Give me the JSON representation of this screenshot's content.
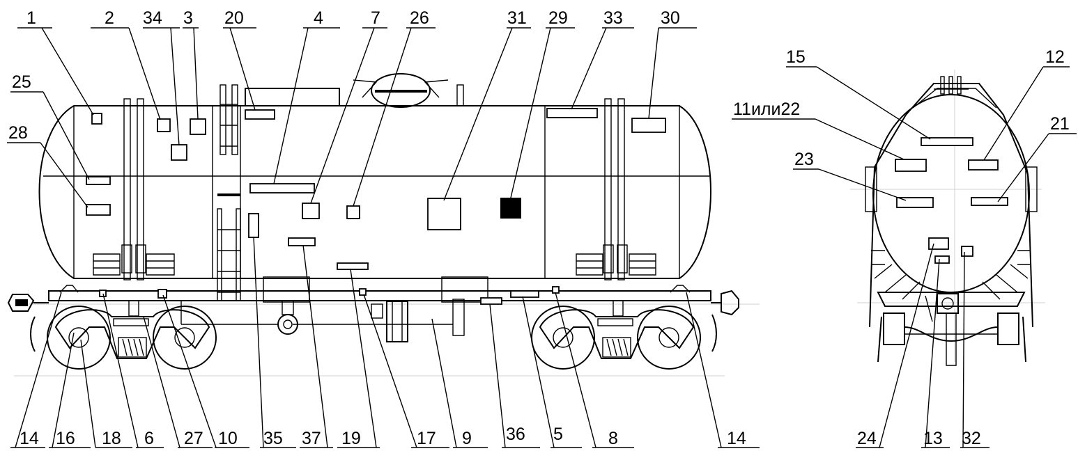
{
  "side_view": {
    "top_labels": [
      "1",
      "2",
      "34",
      "3",
      "20",
      "4",
      "7",
      "26",
      "31",
      "29",
      "33",
      "30"
    ],
    "left_labels": [
      "25",
      "28"
    ],
    "bottom_labels": [
      "14",
      "16",
      "18",
      "6",
      "27",
      "10",
      "35",
      "37",
      "19",
      "17",
      "9",
      "36",
      "5",
      "8",
      "14"
    ]
  },
  "end_view": {
    "top_labels": [
      "15",
      "12",
      "11или22",
      "21",
      "23"
    ],
    "bottom_labels": [
      "24",
      "13",
      "32"
    ]
  }
}
